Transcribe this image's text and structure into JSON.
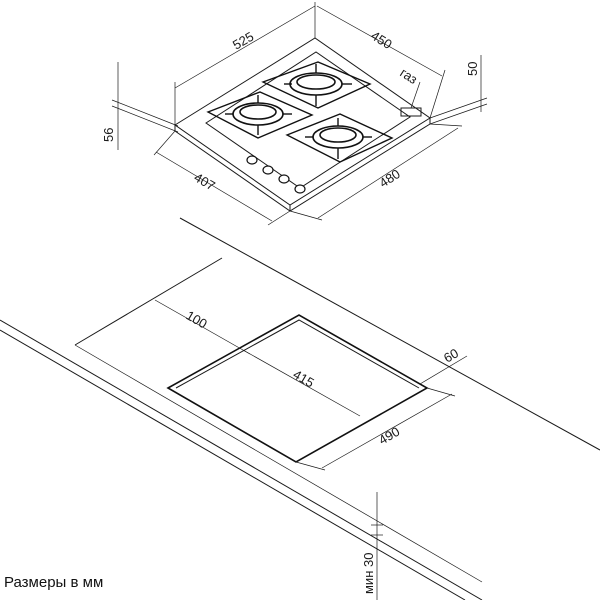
{
  "caption": "Размеры в мм",
  "hob": {
    "dim_width": "525",
    "dim_depth": "450",
    "dim_front_width": "407",
    "dim_front_depth": "480",
    "dim_height_left": "56",
    "dim_height_right": "50",
    "gas_label": "газ"
  },
  "cutout": {
    "dim_back_offset": "100",
    "dim_cut_width": "415",
    "dim_cut_depth": "490",
    "dim_front_offset": "60",
    "dim_min_thickness": "мин 30"
  }
}
